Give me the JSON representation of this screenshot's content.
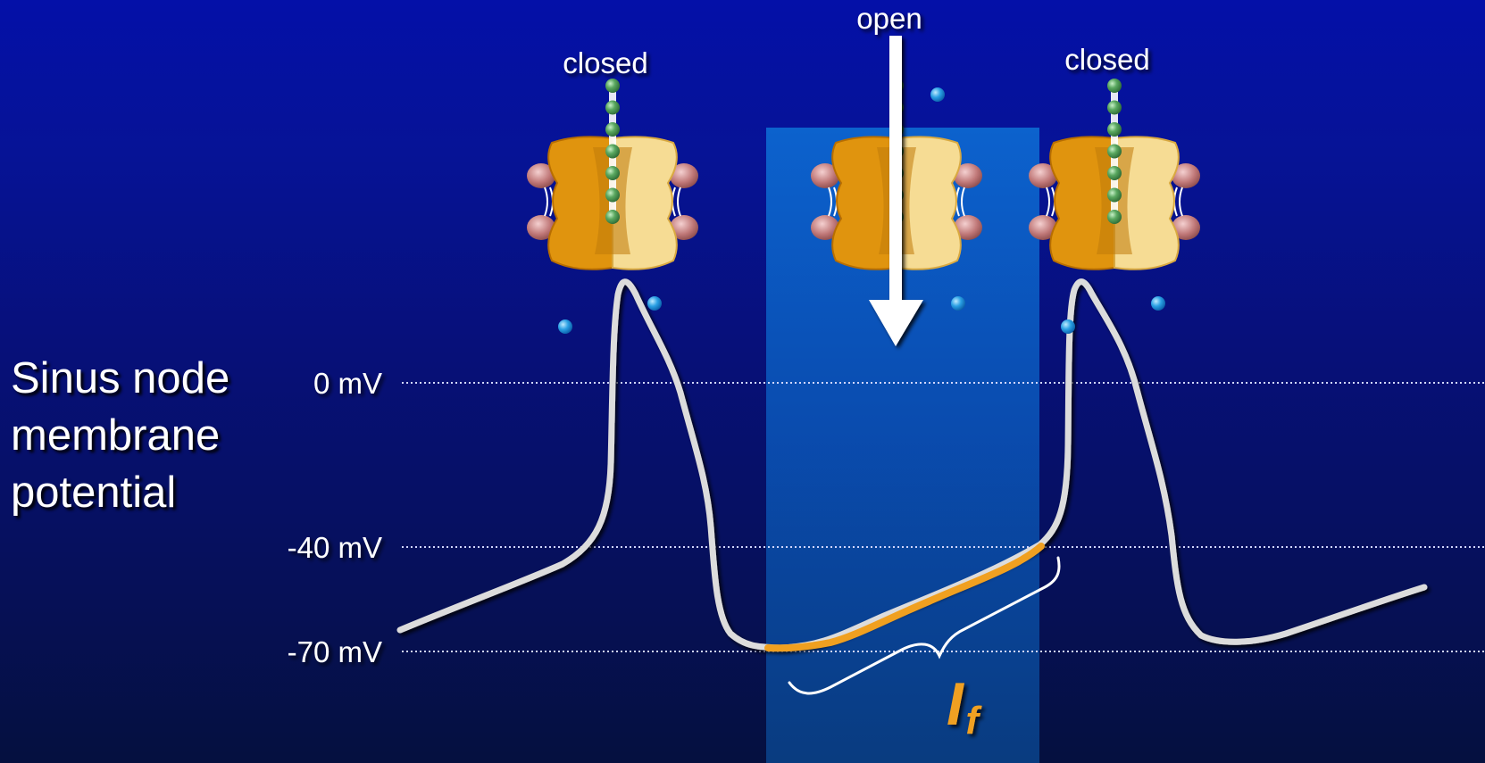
{
  "title": {
    "line1": "Sinus node",
    "line2": "membrane",
    "line3": "potential"
  },
  "voltage_levels": [
    {
      "label": "0 mV",
      "mv": 0
    },
    {
      "label": "-40 mV",
      "mv": -40
    },
    {
      "label": "-70 mV",
      "mv": -70
    }
  ],
  "channels": [
    {
      "state": "closed"
    },
    {
      "state": "open"
    },
    {
      "state": "closed"
    }
  ],
  "current_label": {
    "symbol": "I",
    "subscript": "f"
  },
  "colors": {
    "background_top": "#0410a8",
    "background_bottom": "#05103f",
    "highlight": "#0b5fc4",
    "trace": "#dcdcdc",
    "current_segment": "#f0a020",
    "channel_body": "#e0940e",
    "channel_light": "#f6dc94",
    "gate_beads": "#4f9a55",
    "ions": "#2a9fe0"
  }
}
